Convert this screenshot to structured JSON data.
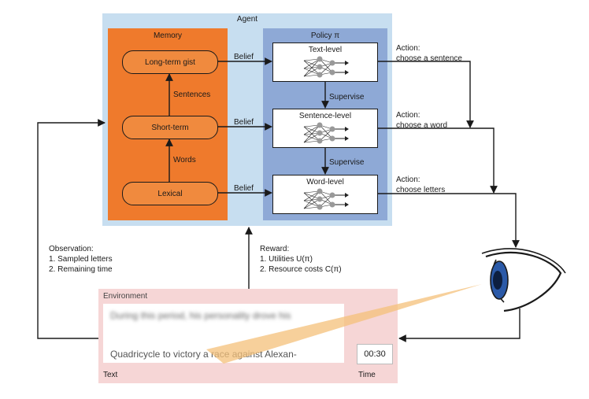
{
  "agent": {
    "title": "Agent",
    "memory": {
      "title": "Memory",
      "long_term": "Long-term gist",
      "short_term": "Short-term",
      "lexical": "Lexical",
      "sentences": "Sentences",
      "words": "Words"
    },
    "policy": {
      "title": "Policy π",
      "text_level": "Text-level",
      "sentence_level": "Sentence-level",
      "word_level": "Word-level",
      "supervise_1": "Supervise",
      "supervise_2": "Supervise"
    },
    "belief_1": "Belief",
    "belief_2": "Belief",
    "belief_3": "Belief"
  },
  "actions": {
    "a1_line1": "Action:",
    "a1_line2": "choose a sentence",
    "a2_line1": "Action:",
    "a2_line2": "choose a word",
    "a3_line1": "Action:",
    "a3_line2": "choose letters"
  },
  "observation": {
    "title": "Observation:",
    "item1": "1.  Sampled letters",
    "item2": "2.  Remaining time"
  },
  "reward": {
    "title": "Reward:",
    "item1": "1.  Utilities U(π)",
    "item2": "2.  Resource costs C(π)"
  },
  "environment": {
    "title": "Environment",
    "blurred_line": "During this period, his personality drove his",
    "text_line": "Quadricycle to victory a race    against Alexan-",
    "time_value": "00:30",
    "text_label": "Text",
    "time_label": "Time"
  },
  "colors": {
    "agent_bg": "#c7def0",
    "memory_bg": "#ef7a2c",
    "policy_bg": "#8ea9d6",
    "environment_bg": "#f6d6d6",
    "gaze_beam": "#f4c07a",
    "eye_iris": "#2b5aa8"
  }
}
